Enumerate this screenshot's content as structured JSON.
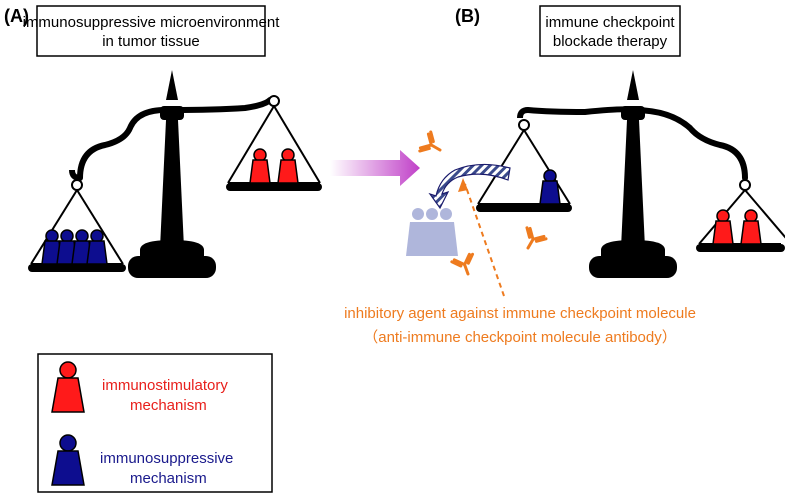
{
  "panel_a": {
    "label": "(A)",
    "title_line1": "immunosuppressive microenvironment",
    "title_line2": "in tumor tissue"
  },
  "panel_b": {
    "label": "(B)",
    "title_line1": "immune checkpoint",
    "title_line2": "blockade therapy"
  },
  "agent": {
    "line1": "inhibitory agent against immune checkpoint molecule",
    "line2": "（anti-immune checkpoint molecule antibody）"
  },
  "legend": {
    "stim_line1": "immunostimulatory",
    "stim_line2": "mechanism",
    "supp_line1": "immunosuppressive",
    "supp_line2": "mechanism"
  },
  "colors": {
    "stimulatory": "#ff1a1a",
    "suppressive": "#0d0d8f",
    "agent": "#ee7b1f",
    "arrow": "#c040c8"
  }
}
